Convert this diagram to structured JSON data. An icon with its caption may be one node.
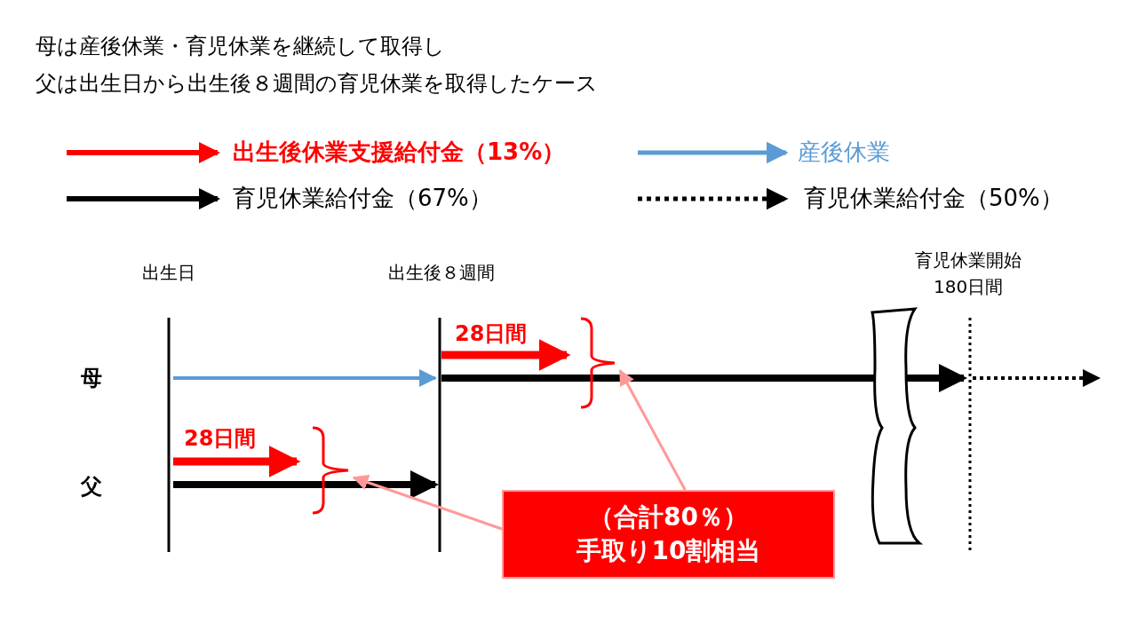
{
  "diagram": {
    "nodes": [
      {
        "text": [
          "（合計80％）",
          "手取り10割相当"
        ]
      },
      {
        "text": [],
        "shape": "bracket"
      },
      {
        "text": [],
        "shape": "bracket"
      }
    ],
    "edges": [
      {
        "from": 0,
        "to": 1,
        "arrow": "to",
        "color": "#ff9999"
      },
      {
        "from": 0,
        "to": 2,
        "arrow": "to",
        "color": "#ff9999"
      }
    ],
    "labels": [
      "母は産後休業・育児休業を継続して取得し",
      "父は出生日から出生後８週間の育児休業を取得したケース",
      "出生日",
      "出生後８週間",
      "育児休業開始",
      "180日間",
      "28日間",
      "母",
      "28日間",
      "父"
    ],
    "legend": [
      {
        "text": "出生後休業支援給付金（13%）"
      },
      {
        "text": "産後休業"
      },
      {
        "text": "育児休業給付金（67%）"
      },
      {
        "text": "育児休業給付金（50%）"
      }
    ]
  }
}
